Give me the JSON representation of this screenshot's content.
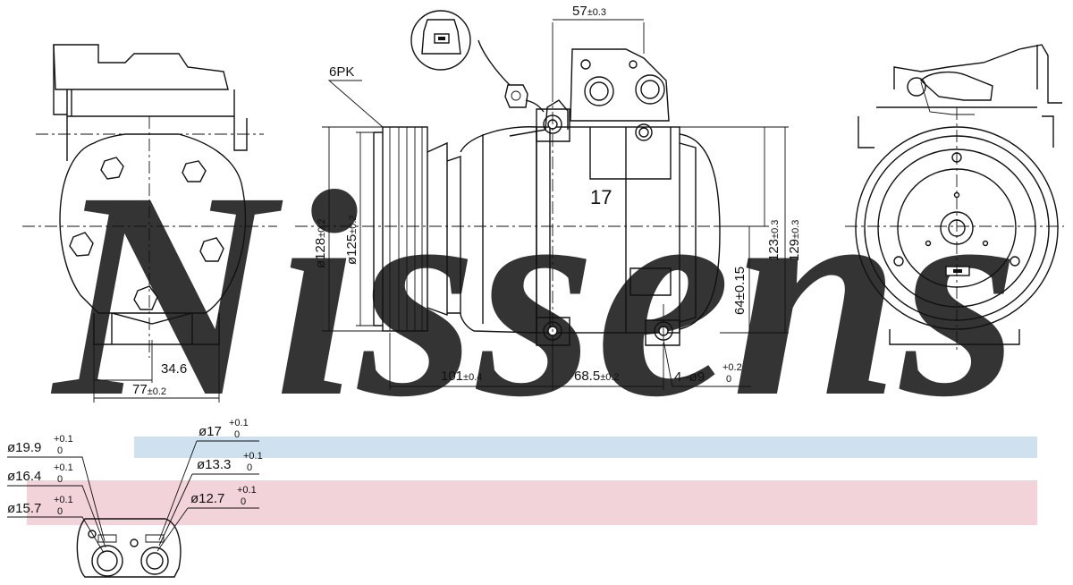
{
  "watermark": {
    "text": "Nissens",
    "color": "#b9cfe0"
  },
  "bands": {
    "blue": "#cfe0ee",
    "pink": "#f3d3da"
  },
  "labels": {
    "pulley_ribs": "6PK",
    "part_number": "17",
    "top_offset": "57",
    "top_offset_tol": "±0.3",
    "pulley_od": "ø128",
    "pulley_od_tol": "±0.2",
    "pulley_id": "ø125",
    "pulley_id_tol": "±0.2",
    "height_123": "123",
    "height_123_tol": "±0.3",
    "height_129": "129",
    "height_129_tol": "±0.3",
    "height_64": "64±0.15",
    "width_346": "34.6",
    "width_77": "77",
    "width_77_tol": "±0.2",
    "len_101": "101",
    "len_101_tol": "±0.4",
    "len_685": "68.5",
    "len_685_tol": "±0.2",
    "mount_holes": "4–ø9",
    "mount_holes_tol_up": "+0.2",
    "mount_holes_tol_low": "0",
    "port_199": "ø19.9",
    "port_164": "ø16.4",
    "port_157": "ø15.7",
    "port_17": "ø17",
    "port_133": "ø13.3",
    "port_127": "ø12.7",
    "tol_up": "+0.1",
    "tol_low": "0"
  }
}
